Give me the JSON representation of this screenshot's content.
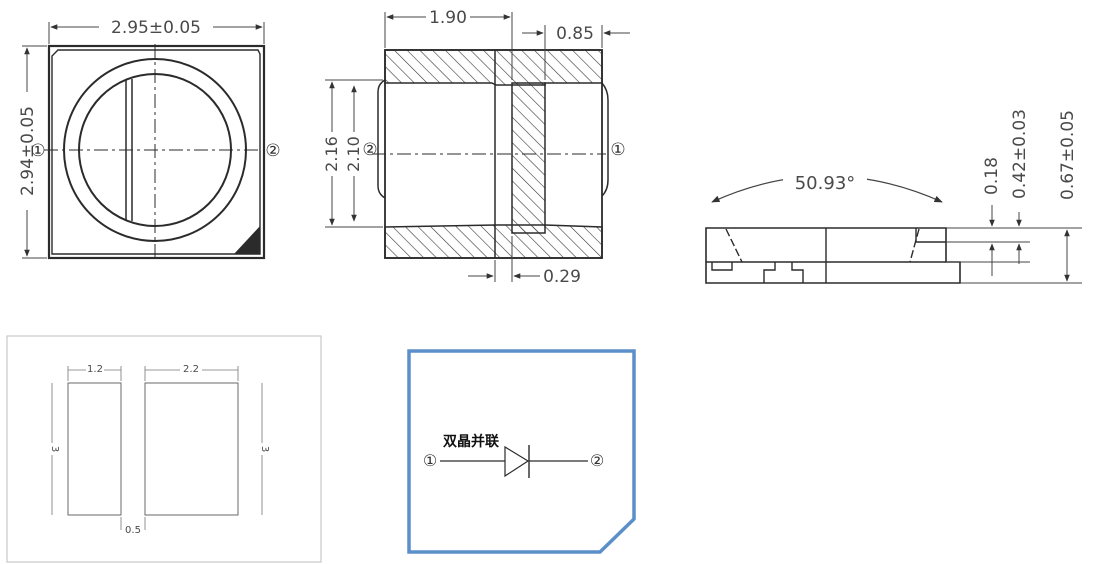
{
  "colors": {
    "ink": "#2b2b2b",
    "hatch": "#3a3a3a",
    "dimension": "#4a4a4a",
    "border_grey": "#c8c8c8",
    "schematic_border": "#5b8fc9"
  },
  "icons": {
    "pin_marker": "circled-number-icon",
    "diode": "diode-symbol-icon"
  },
  "top_view": {
    "width_dim": "2.95±0.05",
    "height_dim": "2.94±0.05",
    "pin_left": "①",
    "pin_right": "②"
  },
  "bottom_view": {
    "dim_top_left": "1.90",
    "dim_top_right": "0.85",
    "dim_left_outer": "2.16",
    "dim_left_inner": "2.10",
    "dim_bottom": "0.29",
    "pin_left": "②",
    "pin_right": "①"
  },
  "side_view": {
    "angle": "50.93°",
    "dim_a": "0.18",
    "dim_b": "0.42±0.03",
    "dim_c": "0.67±0.05"
  },
  "footprint": {
    "pad_left_width": "1.2",
    "pad_right_width": "2.2",
    "left_height": "3",
    "right_height": "3",
    "gap": "0.5"
  },
  "schematic": {
    "label": "双晶并联",
    "pin_left": "①",
    "pin_right": "②"
  }
}
